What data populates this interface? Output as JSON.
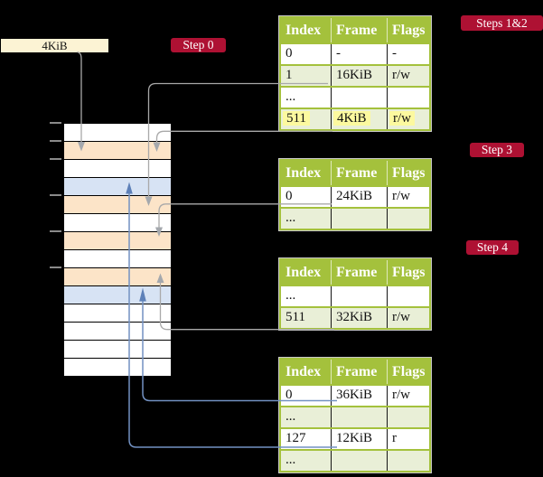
{
  "palette": {
    "background": "#000000",
    "table_header_green": "#A4C13C",
    "table_row_green": "#E9EFD7",
    "frame_peach": "#FCE4C8",
    "frame_blue": "#D7E3F4",
    "label_cream": "#FCF3D4",
    "highlight_yellow": "#FCF99F",
    "badge_red": "#AE1133",
    "gray_connector": "#A9A9A9",
    "blue_connector": "#7291C2"
  },
  "labels": {
    "page_size": "4KiB"
  },
  "badges": {
    "step0": "Step 0",
    "steps12": "Steps 1&2",
    "step3": "Step 3",
    "step4": "Step 4"
  },
  "memory": {
    "rows": [
      "white",
      "peach",
      "white",
      "blue",
      "peach",
      "white",
      "peach",
      "white",
      "peach",
      "blue",
      "white",
      "white",
      "white",
      "white"
    ],
    "tick_row_boundaries": [
      0,
      1,
      2,
      4,
      6,
      8
    ]
  },
  "tables": [
    {
      "id": "table-steps-1-2",
      "headers": [
        "Index",
        "Frame",
        "Flags"
      ],
      "rows": [
        {
          "cells": [
            "0",
            "-",
            "-"
          ],
          "shade": "white",
          "highlight": false
        },
        {
          "cells": [
            "1",
            "16KiB",
            "r/w"
          ],
          "shade": "green",
          "highlight": false
        },
        {
          "cells": [
            "...",
            "",
            ""
          ],
          "shade": "white",
          "highlight": false
        },
        {
          "cells": [
            "511",
            "4KiB",
            "r/w"
          ],
          "shade": "green",
          "highlight": true
        }
      ]
    },
    {
      "id": "table-step-3",
      "headers": [
        "Index",
        "Frame",
        "Flags"
      ],
      "rows": [
        {
          "cells": [
            "0",
            "24KiB",
            "r/w"
          ],
          "shade": "white",
          "highlight": false
        },
        {
          "cells": [
            "...",
            "",
            ""
          ],
          "shade": "green",
          "highlight": false
        }
      ]
    },
    {
      "id": "table-step-4",
      "headers": [
        "Index",
        "Frame",
        "Flags"
      ],
      "rows": [
        {
          "cells": [
            "...",
            "",
            ""
          ],
          "shade": "white",
          "highlight": false
        },
        {
          "cells": [
            "511",
            "32KiB",
            "r/w"
          ],
          "shade": "green",
          "highlight": false
        }
      ]
    },
    {
      "id": "table-leaf",
      "headers": [
        "Index",
        "Frame",
        "Flags"
      ],
      "rows": [
        {
          "cells": [
            "0",
            "36KiB",
            "r/w"
          ],
          "shade": "white",
          "highlight": false
        },
        {
          "cells": [
            "...",
            "",
            ""
          ],
          "shade": "green",
          "highlight": false
        },
        {
          "cells": [
            "127",
            "12KiB",
            "r"
          ],
          "shade": "white",
          "highlight": false
        },
        {
          "cells": [
            "...",
            "",
            ""
          ],
          "shade": "green",
          "highlight": false
        }
      ]
    }
  ]
}
